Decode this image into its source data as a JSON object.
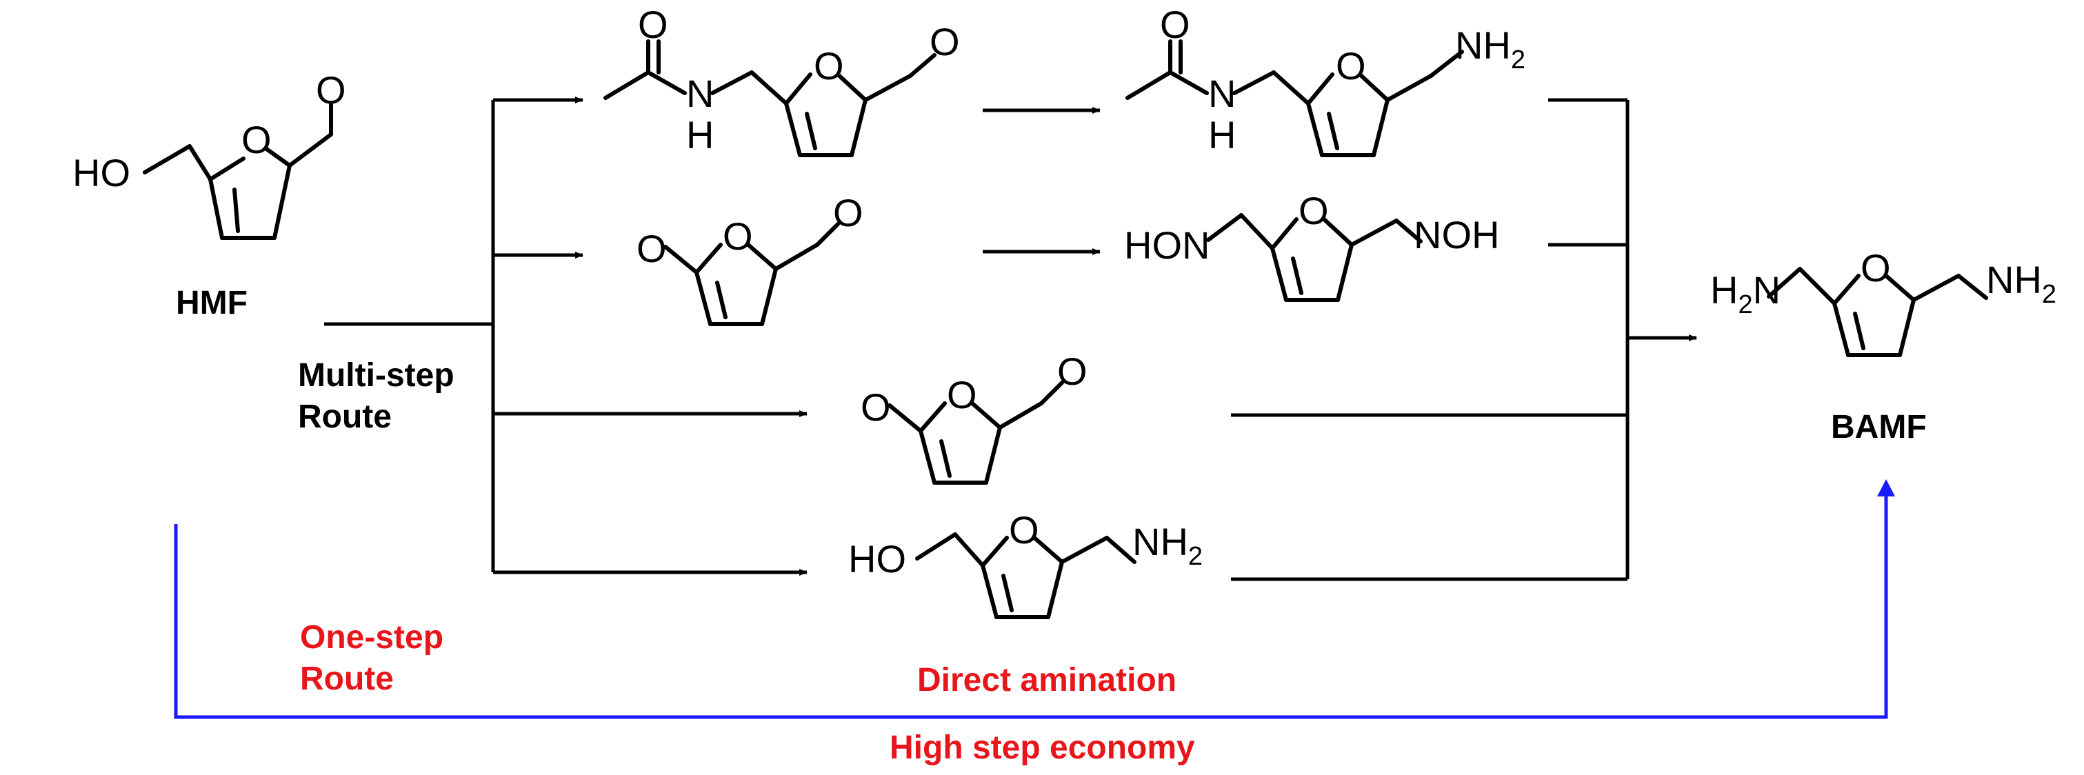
{
  "compounds": {
    "hmf": "HMF",
    "bamf": "BAMF"
  },
  "atoms": {
    "o": "O",
    "h": "H",
    "n": "N",
    "nh": "NH",
    "ho": "HO",
    "hon": "HON",
    "noh": "NOH",
    "subscript_2": "2"
  },
  "labels": {
    "multi_step": "Multi-step",
    "multi_route": "Route",
    "one_step": "One-step",
    "one_route": "Route",
    "direct_amination": "Direct amination",
    "high_step_economy": "High step economy"
  },
  "colors": {
    "bond": "#000000",
    "direct_arrow": "#1a1aff",
    "highlight_text": "#e8161b"
  }
}
